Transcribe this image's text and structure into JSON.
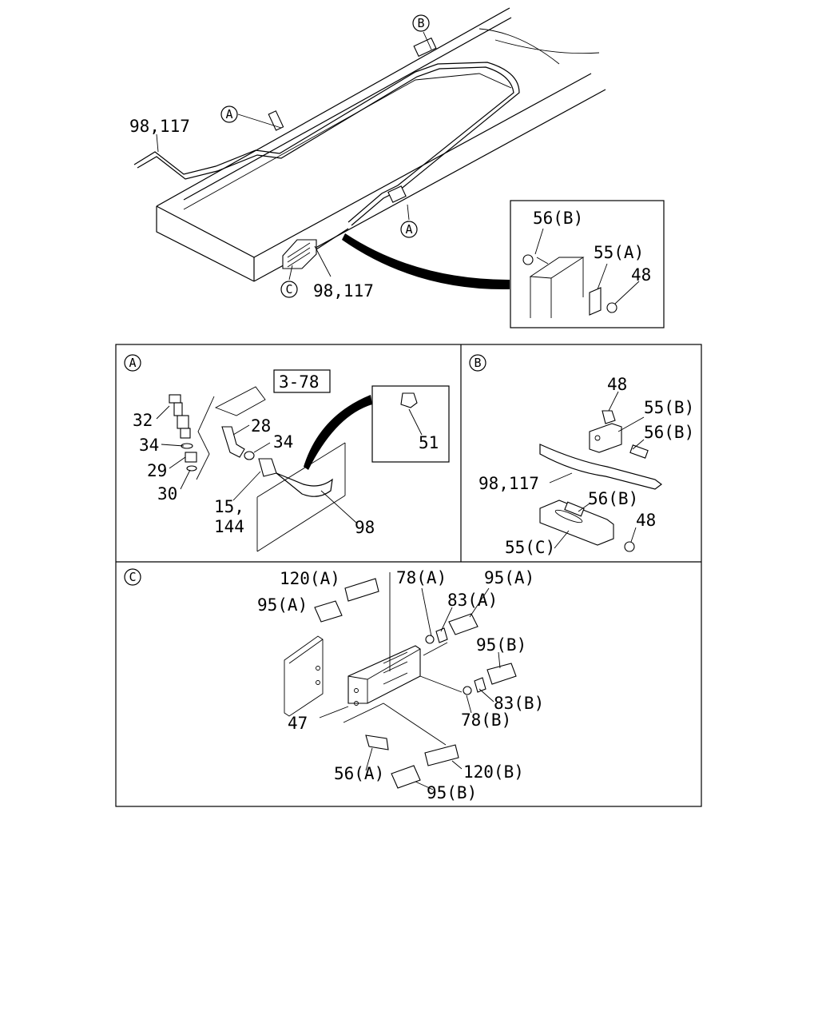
{
  "overview": {
    "pipe_label_top": "98,117",
    "pipe_label_bottom": "98,117",
    "callout_b": "B",
    "callout_a1": "A",
    "callout_a2": "A",
    "callout_c": "C",
    "detail_labels": [
      "56(B)",
      "55(A)",
      "48"
    ]
  },
  "panel_a": {
    "tag": "A",
    "reference": "3-78",
    "labels": [
      "32",
      "28",
      "34",
      "34",
      "29",
      "30",
      "15,",
      "144",
      "98"
    ],
    "inset_label": "51"
  },
  "panel_b": {
    "tag": "B",
    "labels": [
      "48",
      "55(B)",
      "56(B)",
      "98,117",
      "56(B)",
      "48",
      "55(C)"
    ]
  },
  "panel_c": {
    "tag": "C",
    "labels": [
      "120(A)",
      "95(A)",
      "78(A)",
      "83(A)",
      "95(A)",
      "95(B)",
      "83(B)",
      "78(B)",
      "47",
      "56(A)",
      "120(B)",
      "95(B)"
    ]
  }
}
